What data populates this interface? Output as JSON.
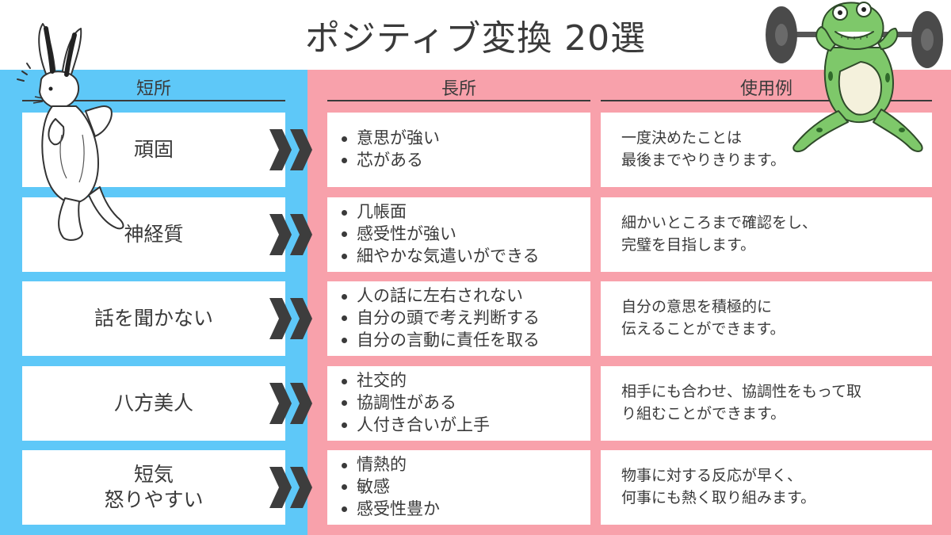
{
  "title": "ポジティブ変換 20選",
  "headers": {
    "short": "短所",
    "long": "長所",
    "use": "使用例"
  },
  "rows": [
    {
      "short": [
        "頑固"
      ],
      "long": [
        "意思が強い",
        "芯がある"
      ],
      "use": [
        "一度決めたことは",
        "最後までやりきります。"
      ]
    },
    {
      "short": [
        "神経質"
      ],
      "long": [
        "几帳面",
        "感受性が強い",
        "細やかな気遣いができる"
      ],
      "use": [
        "細かいところまで確認をし、",
        "完璧を目指します。"
      ]
    },
    {
      "short": [
        "話を聞かない"
      ],
      "long": [
        "人の話に左右されない",
        "自分の頭で考え判断する",
        "自分の言動に責任を取る"
      ],
      "use": [
        "自分の意思を積極的に",
        "伝えることができます。"
      ]
    },
    {
      "short": [
        "八方美人"
      ],
      "long": [
        "社交的",
        "協調性がある",
        "人付き合いが上手"
      ],
      "use": [
        "相手にも合わせ、協調性をもって取",
        "り組むことができます。"
      ]
    },
    {
      "short": [
        "短気",
        "怒りやすい"
      ],
      "long": [
        "情熱的",
        "敏感",
        "感受性豊か"
      ],
      "use": [
        "物事に対する反応が早く、",
        "何事にも熱く取り組みます。"
      ]
    }
  ],
  "colors": {
    "short_bg": "#5ec8f8",
    "long_bg": "#f8a1ab",
    "chevron": "#3d3d3d",
    "frog": "#7ec86a"
  },
  "icons": {
    "left": "rabbit-illustration",
    "right": "frog-weightlifter-illustration",
    "arrow": "double-chevron-right-icon"
  }
}
